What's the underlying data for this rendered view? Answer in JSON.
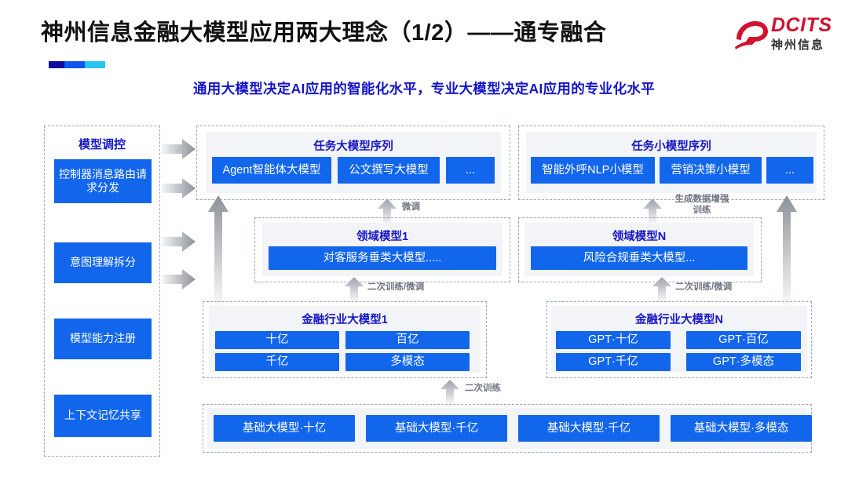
{
  "header": {
    "title": "神州信息金融大模型应用两大理念（1/2）——通专融合",
    "subtitle": "通用大模型决定AI应用的智能化水平，专业大模型决定AI应用的专业化水平",
    "accent_colors": [
      "#110a9e",
      "#0f55ef",
      "#28c3ef"
    ],
    "logo": {
      "en": "DCITS",
      "cn": "神州信息",
      "color": "#d2122e"
    }
  },
  "theme": {
    "blue": "#1266ec",
    "title_blue": "#1717c4",
    "panel_bg": "#f2f4f8",
    "dash_border": "#9aa8c8",
    "arrow_gray": "#9ea3ab"
  },
  "left_rail": {
    "title": "模型调控",
    "items": [
      {
        "label": "控制器消息路由请求分发"
      },
      {
        "label": "意图理解拆分"
      },
      {
        "label": "模型能力注册"
      },
      {
        "label": "上下文记忆共享"
      }
    ]
  },
  "task_layer": {
    "left": {
      "title": "任务大模型序列",
      "items": [
        "Agent智能体大模型",
        "公文撰写大模型",
        "..."
      ]
    },
    "right": {
      "title": "任务小模型序列",
      "items": [
        "智能外呼NLP小模型",
        "营销决策小模型",
        "..."
      ]
    }
  },
  "domain_layer": {
    "left": {
      "title": "领域模型1",
      "items": [
        "对客服务垂类大模型....."
      ]
    },
    "right": {
      "title": "领域模型N",
      "items": [
        "风险合规垂类大模型..."
      ]
    }
  },
  "industry_layer": {
    "left": {
      "title": "金融行业大模型1",
      "items": [
        "十亿",
        "百亿",
        "千亿",
        "多模态"
      ]
    },
    "right": {
      "title": "金融行业大模型N",
      "items": [
        "GPT·十亿",
        "GPT·百亿",
        "GPT·千亿",
        "GPT·多模态"
      ]
    }
  },
  "base_layer": {
    "items": [
      "基础大模型·十亿",
      "基础大模型·千亿",
      "基础大模型·千亿",
      "基础大模型·多模态"
    ]
  },
  "arrow_labels": {
    "fine_tune": "微调",
    "data_aug": "生成数据增强\n训练",
    "data_aug_l1": "生成数据增强",
    "data_aug_l2": "训练",
    "retrain_tune_left": "二次训练/微调",
    "retrain_tune_right": "二次训练/微调",
    "retrain": "二次训练"
  }
}
